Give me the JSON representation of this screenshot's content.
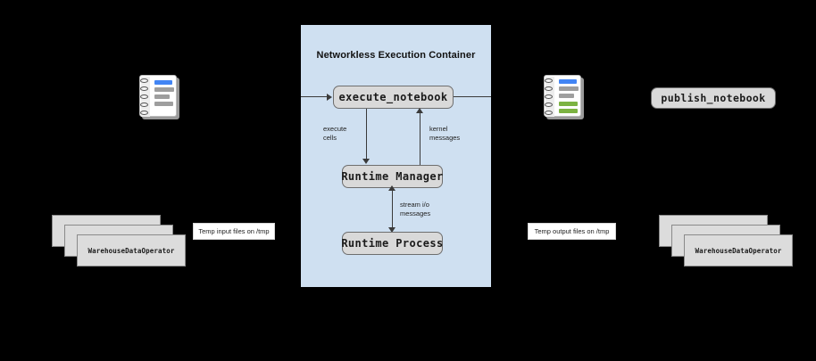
{
  "diagram": {
    "container": {
      "title": "Networkless Execution Container"
    },
    "nodes": {
      "execute_notebook": "execute_notebook",
      "runtime_manager": "Runtime Manager",
      "runtime_process": "Runtime Process",
      "publish_notebook": "publish_notebook"
    },
    "edge_labels": {
      "execute_cells": "execute\ncells",
      "kernel_messages": "kernel\nmessages",
      "stream_io": "stream i/o\nmessages"
    },
    "stacks": {
      "input_operator": "WarehouseDataOperator",
      "output_operator": "WarehouseDataOperator"
    },
    "temp_labels": {
      "input": "Temp input files on /tmp",
      "output": "Temp output files on /tmp"
    },
    "icons": {
      "input_notebook": "notebook-icon",
      "output_notebook": "notebook-icon"
    },
    "colors": {
      "background": "#000000",
      "container": "#cfe0f1",
      "node_fill": "#d9d9d9",
      "node_border": "#6e6e6e",
      "line": "#3a3a3a",
      "notebook_input_bar": "#4285f4",
      "notebook_gray_bar": "#9e9e9e",
      "notebook_output_bar": "#7cb342"
    }
  }
}
